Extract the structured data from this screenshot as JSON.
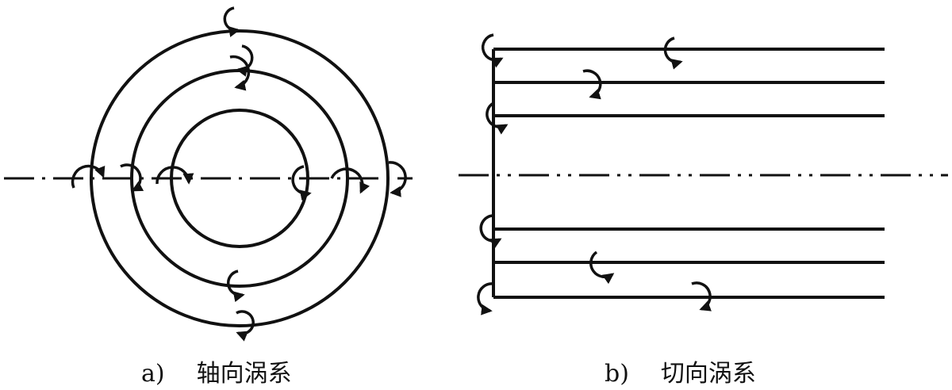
{
  "figure": {
    "panel_a": {
      "label": "a)",
      "title": "轴向涡系"
    },
    "panel_b": {
      "label": "b)",
      "title": "切向涡系"
    },
    "line_color": "#111111"
  }
}
